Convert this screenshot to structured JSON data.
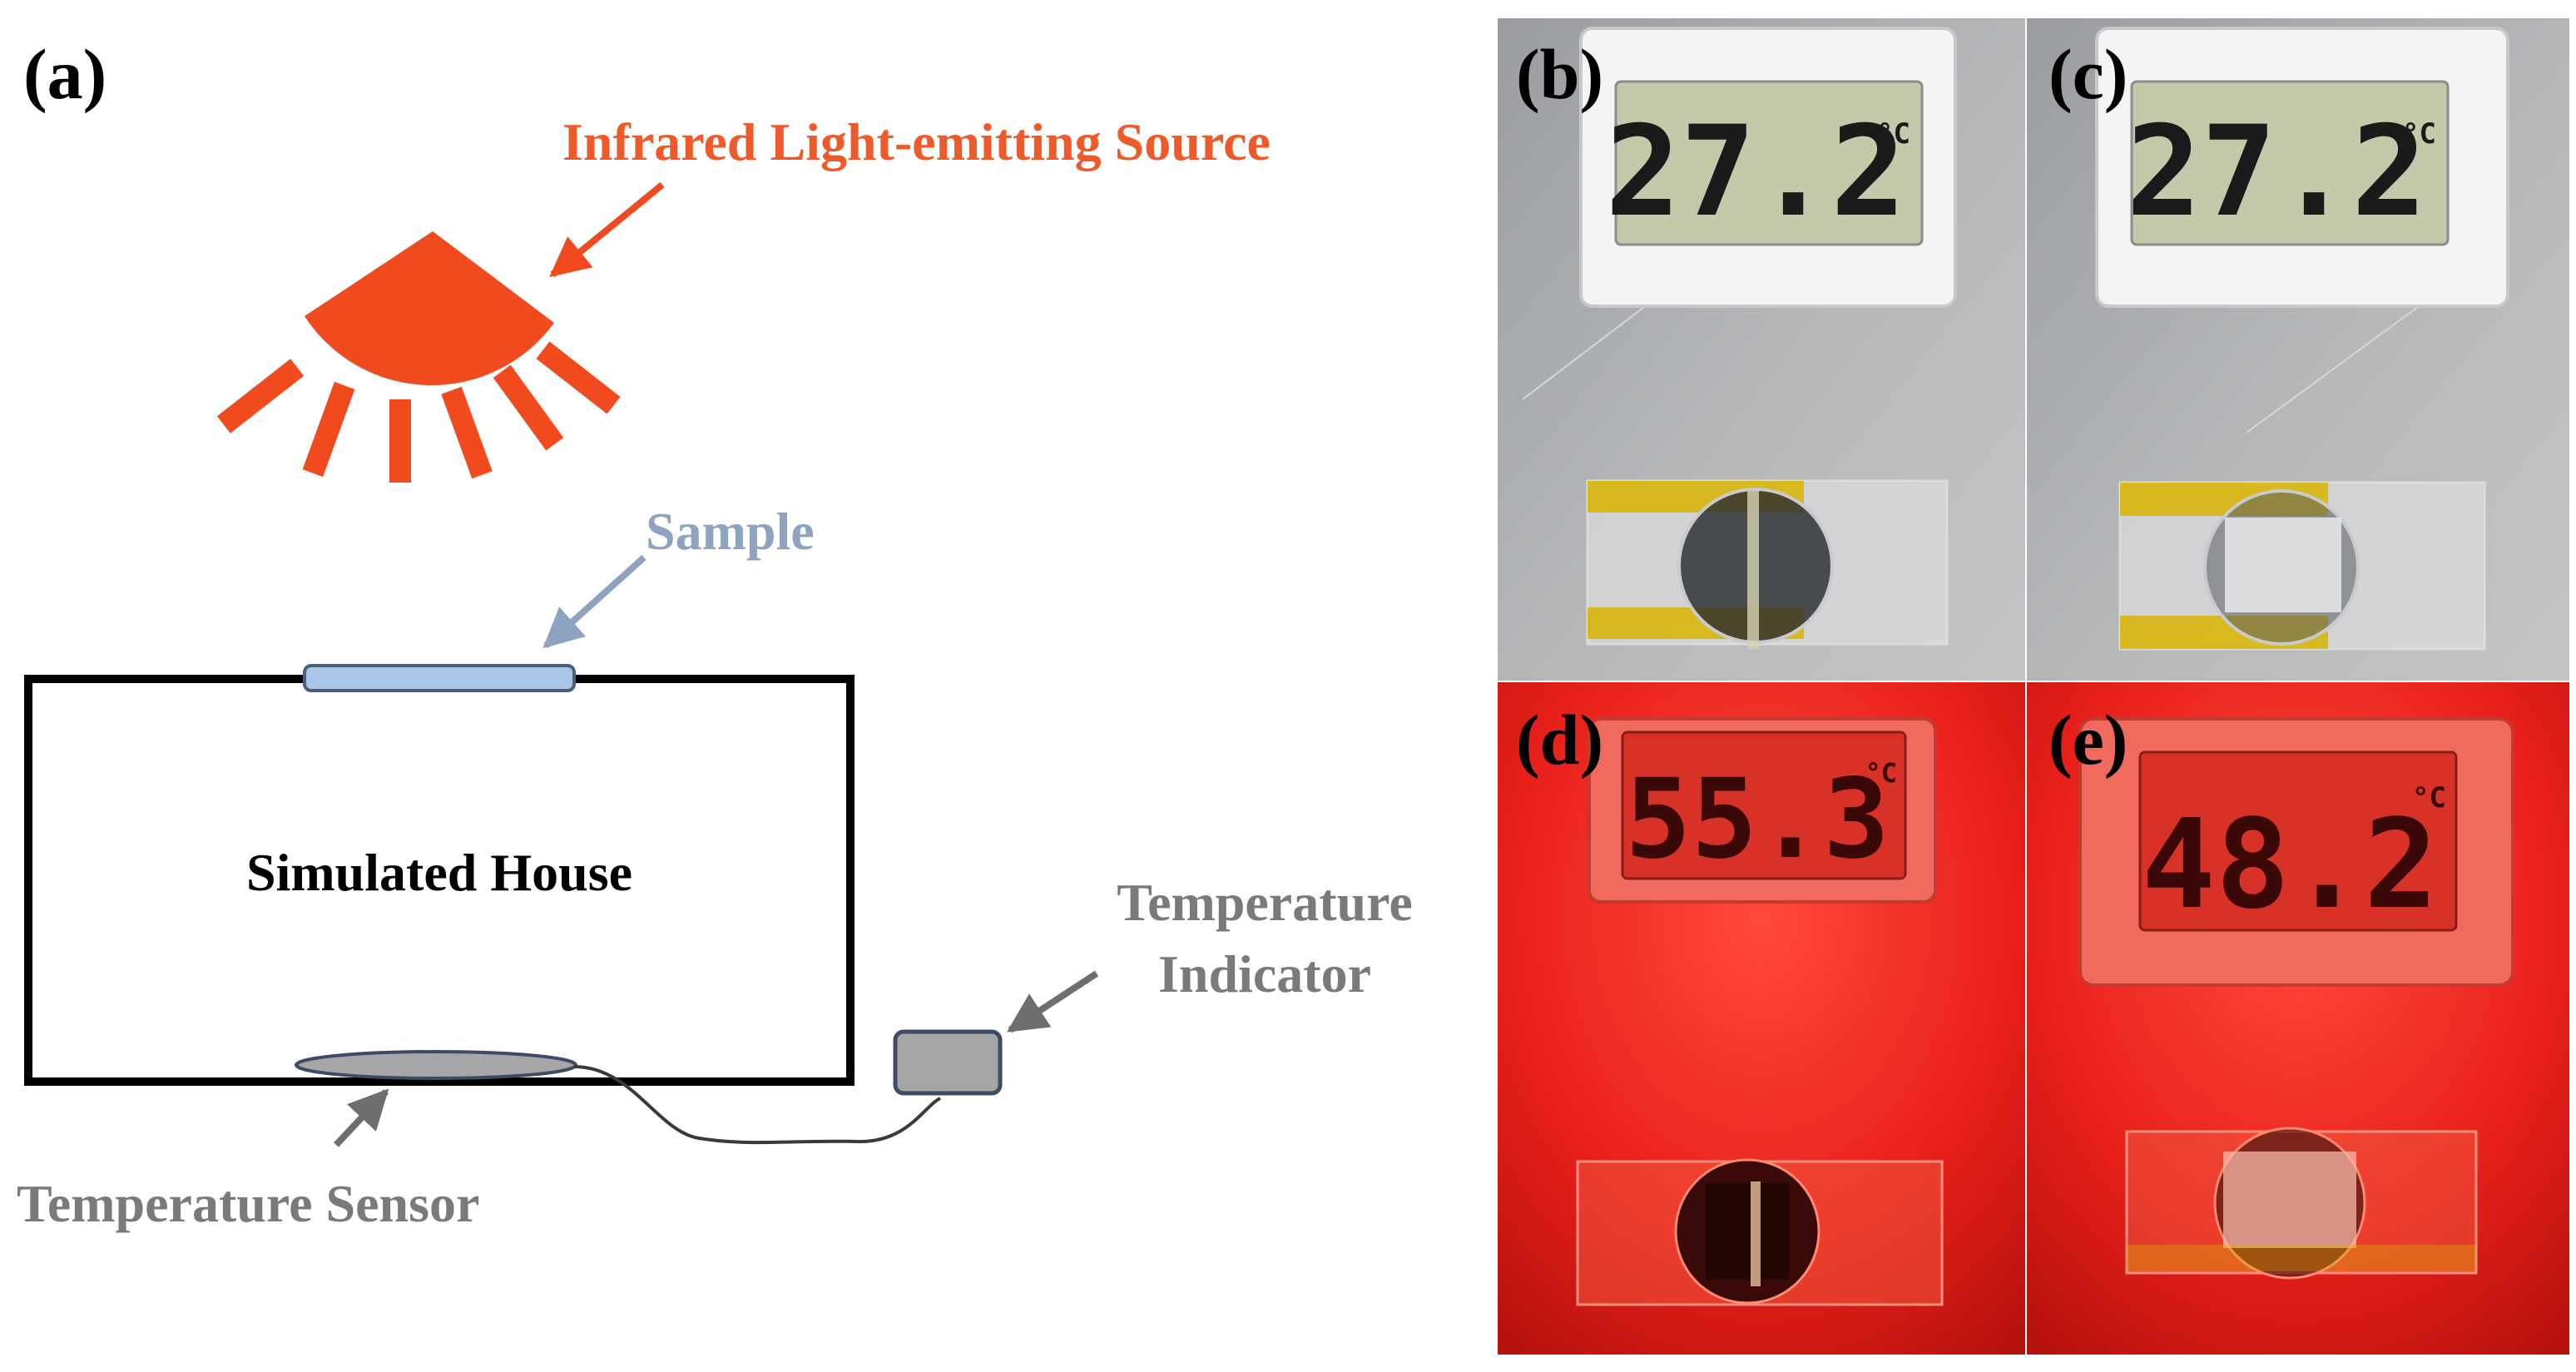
{
  "panels": {
    "a": {
      "label": "(a)"
    },
    "b": {
      "label": "(b)",
      "reading": "27.2",
      "unit": "°C"
    },
    "c": {
      "label": "(c)",
      "reading": "27.2",
      "unit": "°C"
    },
    "d": {
      "label": "(d)",
      "reading": "55.3",
      "unit": "°C"
    },
    "e": {
      "label": "(e)",
      "reading": "48.2",
      "unit": "°C"
    }
  },
  "schematic": {
    "ir_source_label": "Infrared Light-emitting Source",
    "sample_label": "Sample",
    "house_label": "Simulated House",
    "indicator_label_line1": "Temperature",
    "indicator_label_line2": "Indicator",
    "sensor_label": "Temperature Sensor"
  },
  "colors": {
    "ir_orange": "#f04a1e",
    "ir_label": "#ef5a2a",
    "sample_blue": "#8ea3bf",
    "sample_fill": "#a9c6e8",
    "gray_label": "#7a7a7a",
    "indicator_fill": "#a6a6a6",
    "kapton_yellow": "#d9b400",
    "red_light": "#e8201a"
  }
}
